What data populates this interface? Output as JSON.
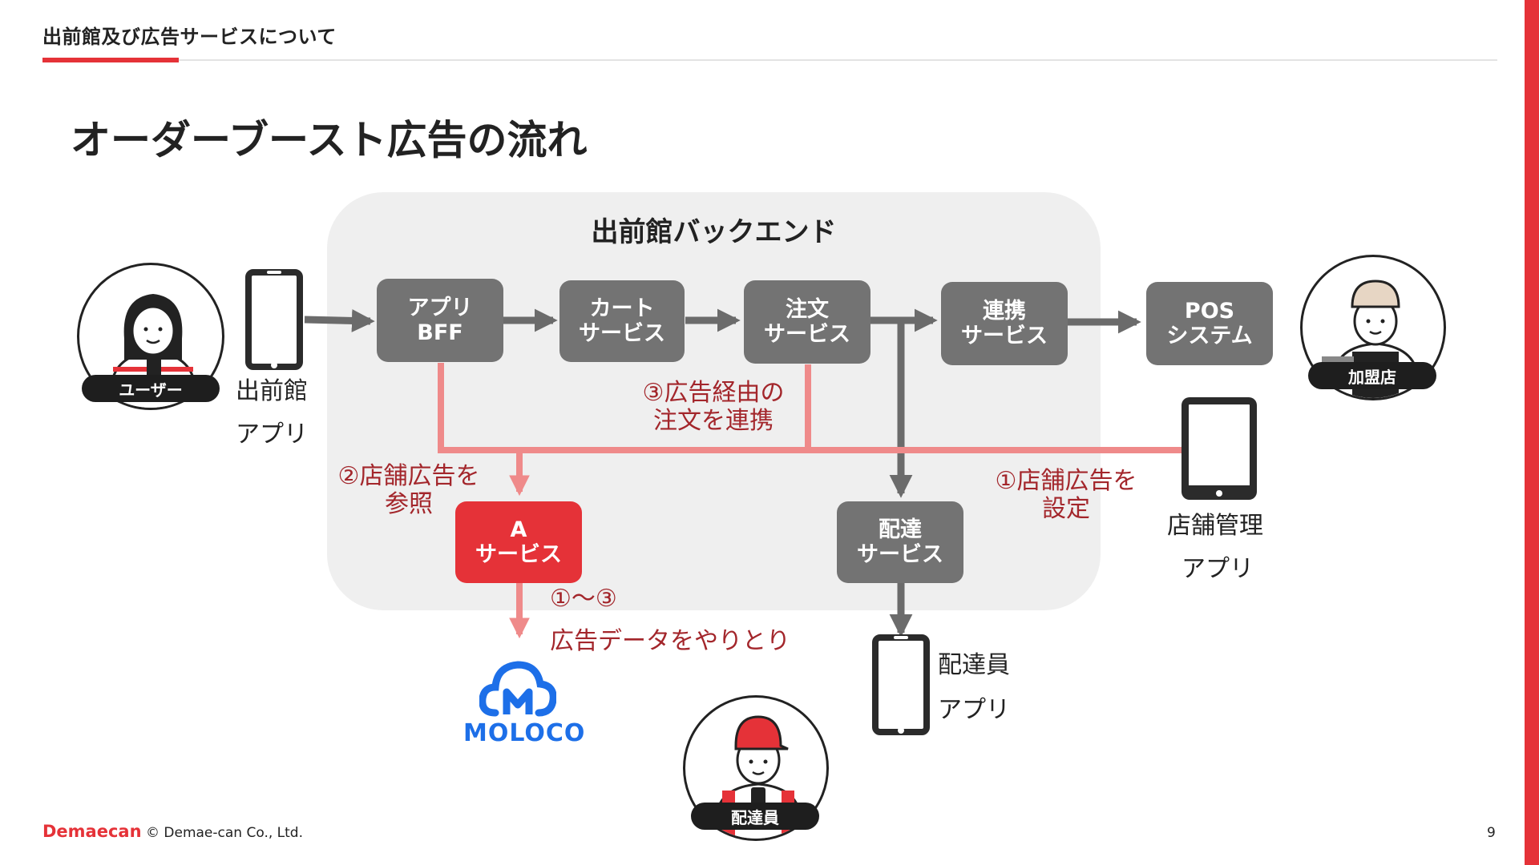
{
  "header": {
    "title": "出前館及び広告サービスについて"
  },
  "slide_title": "オーダーブースト広告の流れ",
  "backend": {
    "title": "出前館バックエンド"
  },
  "services": {
    "app_bff": [
      "アプリ",
      "BFF"
    ],
    "cart": [
      "カート",
      "サービス"
    ],
    "order": [
      "注文",
      "サービス"
    ],
    "link": [
      "連携",
      "サービス"
    ],
    "pos": [
      "POS",
      "システム"
    ],
    "a_service": [
      "A",
      "サービス"
    ],
    "delivery": [
      "配達",
      "サービス"
    ]
  },
  "actors": {
    "user": "ユーザー",
    "merchant": "加盟店",
    "courier": "配達員"
  },
  "apps": {
    "demaecan": [
      "出前館",
      "アプリ"
    ],
    "store_mgmt": [
      "店舗管理",
      "アプリ"
    ],
    "courier": [
      "配達員",
      "アプリ"
    ]
  },
  "annotations": {
    "step1": [
      "①店舗広告を",
      "設定"
    ],
    "step2": [
      "②店舗広告を",
      "参照"
    ],
    "step3": [
      "③広告経由の",
      "注文を連携"
    ],
    "exchange_range": "①～③",
    "exchange": "広告データをやりとり"
  },
  "moloco": {
    "name": "MOLOCO"
  },
  "colors": {
    "accent": "#e53238",
    "service_box": "#737373",
    "arrow_gray": "#6b6b6b",
    "arrow_pink": "#ef8a8a",
    "annotation": "#a3262b",
    "moloco": "#1d6fe8"
  },
  "footer": {
    "logo": "Demaecan",
    "copyright": "© Demae-can Co., Ltd.",
    "page": "9"
  }
}
